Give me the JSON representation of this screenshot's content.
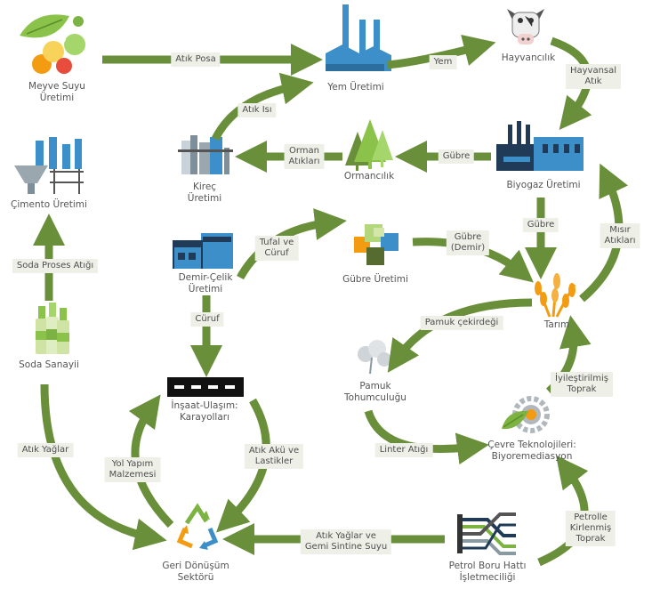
{
  "nodes": {
    "meyve": "Meyve Suyu\nÜretimi",
    "yem": "Yem Üretimi",
    "hayvancilik": "Hayvancılık",
    "kirec": "Kireç\nÜretimi",
    "ormancilik": "Ormancılık",
    "biyogaz": "Biyogaz Üretimi",
    "cimento": "Çimento Üretimi",
    "demir": "Demir-Çelik\nÜretimi",
    "gubre_uretimi": "Gübre Üretimi",
    "tarim": "Tarım",
    "soda": "Soda Sanayii",
    "pamuk": "Pamuk\nTohumculuğu",
    "insaat": "İnşaat-Ulaşım:\nKarayolları",
    "cevre": "Çevre Teknolojileri:\nBiyoremediasyon",
    "geri": "Geri Dönüşüm\nSektörü",
    "petrol": "Petrol Boru Hattı\nİşletmeciliği"
  },
  "edges": {
    "atik_posa": "Atık Posa",
    "yem": "Yem",
    "hayvansal_atik": "Hayvansal\nAtık",
    "atik_isi": "Atık Isı",
    "orman_atiklari": "Orman\nAtıkları",
    "gubre_biyogaz": "Gübre",
    "gubre_tarim": "Gübre",
    "misir_atiklari": "Mısır\nAtıkları",
    "tufal": "Tufal ve\nCüruf",
    "gubre_demir": "Gübre\n(Demir)",
    "soda_proses": "Soda Proses Atığı",
    "curuf": "Cüruf",
    "pamuk_cekirdegi": "Pamuk çekirdeği",
    "iyilestirilmis": "İyileştirilmiş\nToprak",
    "linter": "Linter Atığı",
    "atik_yaglar": "Atık Yağlar",
    "yol_yapim": "Yol Yapım\nMalzemesi",
    "atik_aku": "Atık Akü ve\nLastikler",
    "atik_yaglar_gemi": "Atık Yağlar ve\nGemi Sintine Suyu",
    "petrolle": "Petrolle\nKirlenmiş\nToprak"
  },
  "colors": {
    "arrow": "#6a8f3a",
    "icon_blue": "#3d8fc9",
    "icon_green": "#7cb342",
    "label_bg": "#eef0e8",
    "text": "#555555"
  },
  "icons": [
    "fruit-icon",
    "factory-icon",
    "cow-icon",
    "lime-kiln-icon",
    "trees-icon",
    "biogas-plant-icon",
    "cement-silo-icon",
    "steel-mill-icon",
    "fertilizer-cubes-icon",
    "wheat-icon",
    "soda-bottles-icon",
    "cotton-icon",
    "road-icon",
    "gear-leaf-icon",
    "recycle-icon",
    "pipeline-icon"
  ]
}
